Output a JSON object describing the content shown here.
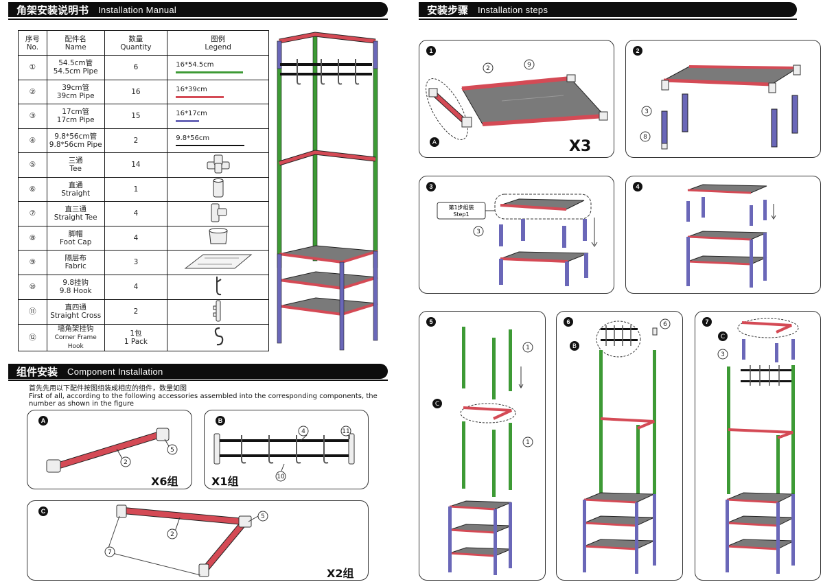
{
  "left_header": {
    "cn": "角架安装说明书",
    "en": "Installation Manual"
  },
  "right_header": {
    "cn": "安装步骤",
    "en": "Installation steps"
  },
  "component_header": {
    "cn": "组件安装",
    "en": "Component Installation"
  },
  "table": {
    "headers": {
      "no": [
        "序号",
        "No."
      ],
      "name": [
        "配件名",
        "Name"
      ],
      "qty": [
        "数量",
        "Quantity"
      ],
      "legend": [
        "图例",
        "Legend"
      ]
    },
    "rows": [
      {
        "no": "①",
        "name_cn": "54.5cm管",
        "name_en": "54.5cm Pipe",
        "qty": "6",
        "legend": "16*54.5cm"
      },
      {
        "no": "②",
        "name_cn": "39cm管",
        "name_en": "39cm Pipe",
        "qty": "16",
        "legend": "16*39cm"
      },
      {
        "no": "③",
        "name_cn": "17cm管",
        "name_en": "17cm Pipe",
        "qty": "15",
        "legend": "16*17cm"
      },
      {
        "no": "④",
        "name_cn": "9.8*56cm管",
        "name_en": "9.8*56cm Pipe",
        "qty": "2",
        "legend": "9.8*56cm"
      },
      {
        "no": "⑤",
        "name_cn": "三通",
        "name_en": "Tee",
        "qty": "14",
        "legend": ""
      },
      {
        "no": "⑥",
        "name_cn": "直通",
        "name_en": "Straight",
        "qty": "1",
        "legend": ""
      },
      {
        "no": "⑦",
        "name_cn": "直三通",
        "name_en": "Straight Tee",
        "qty": "4",
        "legend": ""
      },
      {
        "no": "⑧",
        "name_cn": "脚帽",
        "name_en": "Foot Cap",
        "qty": "4",
        "legend": ""
      },
      {
        "no": "⑨",
        "name_cn": "隔层布",
        "name_en": "Fabric",
        "qty": "3",
        "legend": ""
      },
      {
        "no": "⑩",
        "name_cn": "9.8挂钩",
        "name_en": "9.8 Hook",
        "qty": "4",
        "legend": ""
      },
      {
        "no": "⑪",
        "name_cn": "直四通",
        "name_en": "Straight Cross",
        "qty": "2",
        "legend": ""
      },
      {
        "no": "⑫",
        "name_cn": "墙角架挂钩",
        "name_en": "Corner Frame Hook",
        "qty_cn": "1包",
        "qty": "1 Pack",
        "legend": ""
      }
    ]
  },
  "component_note": {
    "cn": "首先先用以下配件按图组装成相应的组件，数量如图",
    "en": "First of all, according to the following accessories assembled into the corresponding components, the number as shown in the figure"
  },
  "components": {
    "A": {
      "label": "A",
      "mult": "X6组",
      "callouts": [
        "2",
        "5"
      ]
    },
    "B": {
      "label": "B",
      "mult": "X1组",
      "callouts": [
        "4",
        "11",
        "10"
      ]
    },
    "C": {
      "label": "C",
      "mult": "X2组",
      "callouts": [
        "5",
        "2",
        "7"
      ]
    }
  },
  "steps": {
    "s1": {
      "num": "1",
      "mult": "X3",
      "callouts": [
        "2",
        "9",
        "A"
      ]
    },
    "s2": {
      "num": "2",
      "callouts": [
        "3",
        "8"
      ]
    },
    "s3": {
      "num": "3",
      "box_cn": "第1步组装",
      "box_en": "Step1",
      "callouts": [
        "3"
      ]
    },
    "s4": {
      "num": "4"
    },
    "s5": {
      "num": "5",
      "callouts": [
        "1",
        "C",
        "1"
      ]
    },
    "s6": {
      "num": "6",
      "callouts": [
        "B",
        "6"
      ]
    },
    "s7": {
      "num": "7",
      "callouts": [
        "C",
        "3"
      ]
    }
  },
  "colors": {
    "red_pipe": "#d44a55",
    "green_pipe": "#3d9a35",
    "blue_pipe": "#6a67b8",
    "black_pipe": "#111111",
    "fabric": "#7a7a7a"
  }
}
